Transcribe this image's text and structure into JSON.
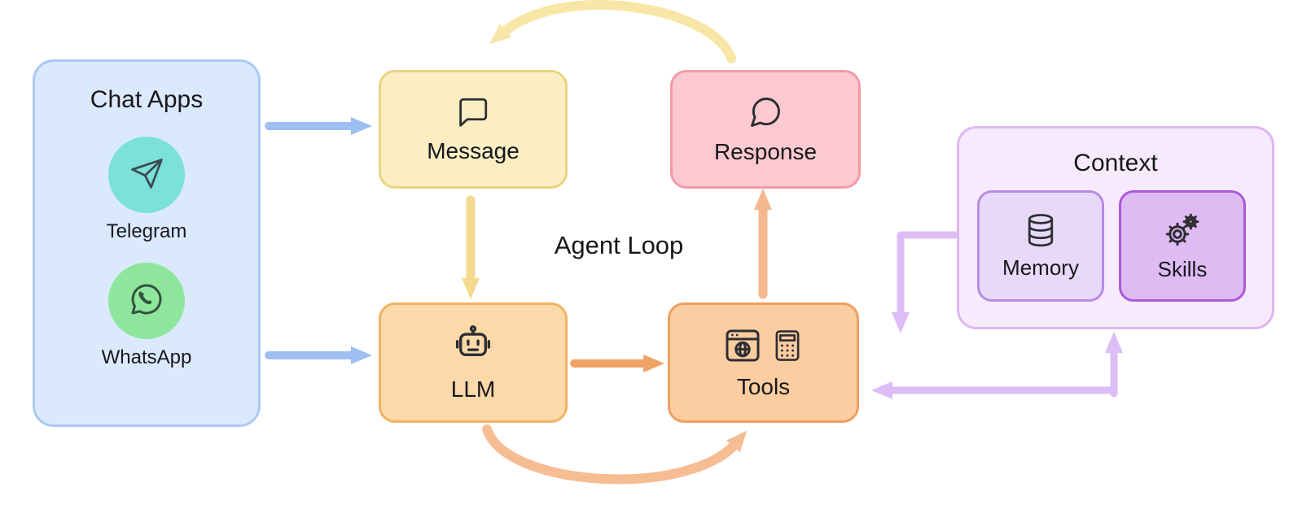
{
  "diagram": {
    "center_label": "Agent Loop"
  },
  "chat_apps": {
    "title": "Chat Apps",
    "apps": [
      {
        "name": "Telegram",
        "icon": "telegram-icon",
        "color": "#7ce1d9"
      },
      {
        "name": "WhatsApp",
        "icon": "whatsapp-icon",
        "color": "#8ee69c"
      }
    ],
    "panel_fill": "#dbe9fc",
    "panel_border": "#abc8f3"
  },
  "nodes": {
    "message": {
      "label": "Message",
      "icon": "speech-bubble-square-icon",
      "fill": "#fbeec3",
      "border": "#ebd381"
    },
    "response": {
      "label": "Response",
      "icon": "speech-bubble-round-icon",
      "fill": "#fbc9cf",
      "border": "#f09ba7"
    },
    "llm": {
      "label": "LLM",
      "icon": "robot-icon",
      "fill": "#fcd9a9",
      "border": "#f2b265"
    },
    "tools": {
      "label": "Tools",
      "icon": "browser-and-calculator-icons",
      "fill": "#fbcda0",
      "border": "#ef9f60"
    }
  },
  "context": {
    "title": "Context",
    "items": [
      {
        "label": "Memory",
        "icon": "database-icon",
        "fill": "#e8d9f8",
        "border": "#b88ce3"
      },
      {
        "label": "Skills",
        "icon": "gears-icon",
        "fill": "#dfbbf4",
        "border": "#aa59da"
      }
    ],
    "panel_fill": "#f6eafc",
    "panel_border": "#deb8f1"
  },
  "edges": [
    {
      "from": "chat-apps",
      "to": "message",
      "color": "#9dbff2",
      "style": "straight"
    },
    {
      "from": "chat-apps",
      "to": "llm",
      "color": "#9dbff2",
      "style": "straight"
    },
    {
      "from": "message",
      "to": "llm",
      "color": "#f3da8e",
      "style": "straight"
    },
    {
      "from": "llm",
      "to": "tools",
      "color": "#f0a364",
      "style": "straight"
    },
    {
      "from": "tools",
      "to": "response",
      "color": "#f5b88e",
      "style": "straight"
    },
    {
      "from": "response",
      "to": "message",
      "color": "#f8e6a6",
      "style": "arc-top"
    },
    {
      "from": "llm",
      "to": "tools",
      "color": "#f6bd93",
      "style": "arc-bottom"
    },
    {
      "from": "context",
      "to": "tools",
      "color": "#ddbdf6",
      "style": "elbow-down"
    },
    {
      "from": "tools",
      "to": "context",
      "color": "#ddbdf6",
      "style": "elbow-bidirectional"
    }
  ]
}
